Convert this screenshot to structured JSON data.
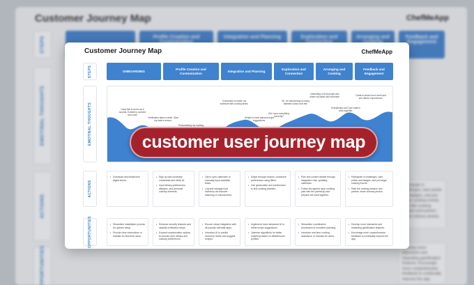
{
  "title": "Customer Journey Map",
  "brand": "ChefMeApp",
  "row_labels": {
    "steps": "STEPS",
    "emotions": "EMOTINAL THOUGHTS",
    "actions": "ACTIONS",
    "opportunities": "OPPORTUNITIES"
  },
  "steps": [
    "ONBOARDING",
    "Profile Creation and Customization",
    "Integration and Planning",
    "Exploration and Connection",
    "Arranging and Cooking",
    "Feedback and Engagement"
  ],
  "emotion_notes": [
    "Hope this is as fun as it sounds. Excited to connect and cook!",
    "Verification takes a while. Glad my data is secure.",
    "Personalizing my cooking preferences.",
    "Convenient to match my schedule with cooking times.",
    "Did I sync everything correctly?",
    "Oh, I'm discovering so many talented cooks near me!",
    "Helpful to have tailored recipe suggestions.",
    "Interesting to find people who share my tastes and schedule.",
    "Everything's set! Can't wait to cook together.",
    "Great to share how it went and see others' experiences."
  ],
  "actions": [
    [
      "Download and install from digital stores."
    ],
    [
      "Sign up with university credentials and verify ID.",
      "Input dietary preferences, allergies, and personal culinary interests."
    ],
    [
      "Opt to sync calendars or manually input available times.",
      "Log and manage food inventory via barcode scanning or manual entry."
    ],
    [
      "Swipe through recipes, customize preferences using filters.",
      "Use geolocation and preferences to find cooking partners."
    ],
    [
      "Plan and confirm details through integrated chat, updating calendars.",
      "Follow the agreed upon cooking plan with the partner(s) and prepare the meal together."
    ],
    [
      "Participate in challenges, earn points and badges, and join larger cooking events.",
      "Rate the cooking session and partner, share culinary photos."
    ]
  ],
  "opportunities": [
    [
      "Streamline installation process for quicker setup.",
      "Provide clear instructions or tutorials for first-time users."
    ],
    [
      "Enhance security features and simplify verification steps.",
      "Expand customization options to include more dietary and culinary preferences."
    ],
    [
      "Ensure robust integration with all popular calendar apps.",
      "Introduce AI to predict inventory needs and suggest recipes."
    ],
    [
      "Implement more advanced AI to refine recipe suggestions.",
      "Optimize algorithms for better matching based on detailed user profiles."
    ],
    [
      "Streamline coordination processes for smoother planning.",
      "Introduce real-time cooking assistance or tutorials for users."
    ],
    [
      "Develop more interactive and rewarding gamification features.",
      "Encourage more comprehensive feedback to continually improve the app."
    ]
  ],
  "banner": "customer user journey map",
  "background": {
    "title": "Customer Journey Map",
    "brand": "ChefMeApp",
    "steps": [
      "Profile Creation and Customization",
      "Integration and Planning",
      "Exploration and Connection",
      "Arranging and Cooking",
      "Feedback and Engagement"
    ],
    "right_actions": "Participate in challenges, earn points and badges, and join larger cooking events. Rate the cooking session and partner, share culinary photos.",
    "right_opps": "Develop more interactive and rewarding gamification features. Encourage more comprehensive feedback to continually improve the app."
  },
  "colors": {
    "step_blue": "#3f82d0",
    "area_blue": "#3f82d0",
    "banner_red": "#a5222c",
    "label_blue": "#3a7bc8"
  }
}
